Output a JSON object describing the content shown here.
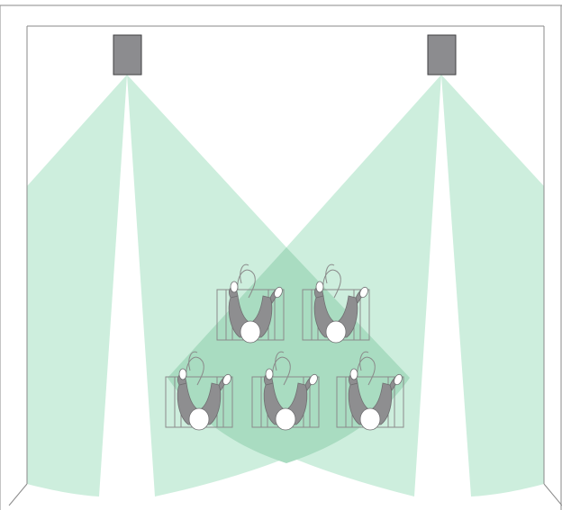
{
  "diagram": {
    "colors": {
      "background": "#ffffff",
      "room_outline": "#8a8a8a",
      "coverage_fill": "#cdeedd",
      "coverage_overlap": "#a9dcc1",
      "speaker_fill": "#8c8c8f",
      "speaker_stroke": "#3f3f42",
      "person_body": "#8e8e90",
      "person_head": "#ffffff",
      "chair_stroke": "#8a8a8a"
    },
    "elements": {
      "speakers": [
        {
          "id": "speaker-left",
          "icon": "ceiling-speaker-icon"
        },
        {
          "id": "speaker-right",
          "icon": "ceiling-speaker-icon"
        }
      ],
      "people": [
        {
          "id": "person-1",
          "icon": "seated-person-icon",
          "row": "back"
        },
        {
          "id": "person-2",
          "icon": "seated-person-icon",
          "row": "back"
        },
        {
          "id": "person-3",
          "icon": "seated-person-icon",
          "row": "front"
        },
        {
          "id": "person-4",
          "icon": "seated-person-icon",
          "row": "front"
        },
        {
          "id": "person-5",
          "icon": "seated-person-icon",
          "row": "front"
        }
      ]
    }
  }
}
